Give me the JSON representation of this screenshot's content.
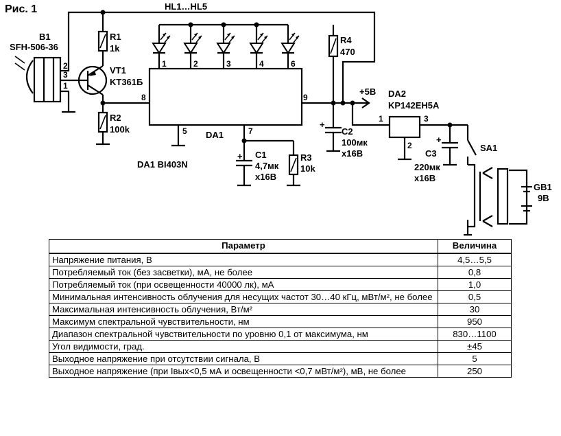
{
  "figure": {
    "title": "Рис. 1",
    "leds_label": "HL1…HL5",
    "b1": {
      "ref": "B1",
      "part": "SFH-506-36",
      "pins": [
        "2",
        "3",
        "1"
      ]
    },
    "r1": {
      "ref": "R1",
      "value": "1k"
    },
    "vt1": {
      "ref": "VT1",
      "part": "KT361Б"
    },
    "r2": {
      "ref": "R2",
      "value": "100k"
    },
    "led_pins": [
      "1",
      "2",
      "3",
      "4",
      "6"
    ],
    "r4": {
      "ref": "R4",
      "value": "470"
    },
    "da1": {
      "ref": "DA1",
      "part": "DA1 BI403N",
      "pins": {
        "p8": "8",
        "p9": "9",
        "p5": "5",
        "p7": "7"
      }
    },
    "c1": {
      "ref": "C1",
      "value": "4,7мк",
      "voltage": "x16В"
    },
    "r3": {
      "ref": "R3",
      "value": "10k"
    },
    "c2": {
      "ref": "C2",
      "value": "100мк",
      "voltage": "x16В"
    },
    "supply": "+5В",
    "da2": {
      "ref": "DA2",
      "part": "KP142EH5A",
      "pins": [
        "1",
        "3",
        "2"
      ]
    },
    "c3": {
      "ref": "C3",
      "value": "220мк",
      "voltage": "x16В"
    },
    "sa1": "SA1",
    "gb1": {
      "ref": "GB1",
      "value": "9В"
    }
  },
  "table": {
    "headers": [
      "Параметр",
      "Величина"
    ],
    "rows": [
      {
        "param": "Напряжение питания, В",
        "value": "4,5…5,5"
      },
      {
        "param": "Потребляемый ток (без засветки), мА, не более",
        "value": "0,8"
      },
      {
        "param": "Потребляемый ток (при освещенности 40000 лк), мА",
        "value": "1,0"
      },
      {
        "param": "Минимальная интенсивность облучения для несущих частот 30…40 кГц, мВт/м², не более",
        "value": "0,5"
      },
      {
        "param": "Максимальная интенсивность облучения, Вт/м²",
        "value": "30"
      },
      {
        "param": "Максимум спектральной чувствительности, нм",
        "value": "950"
      },
      {
        "param": "Диапазон спектральной чувствительности по уровню 0,1 от максимума, нм",
        "value": "830…1100"
      },
      {
        "param": "Угол видимости, град.",
        "value": "±45"
      },
      {
        "param": "Выходное напряжение при отсутствии сигнала, В",
        "value": "5"
      },
      {
        "param": "Выходное напряжение (при Iвых<0,5 мА и освещенности <0,7 мВт/м²), мВ, не более",
        "value": "250"
      }
    ]
  }
}
